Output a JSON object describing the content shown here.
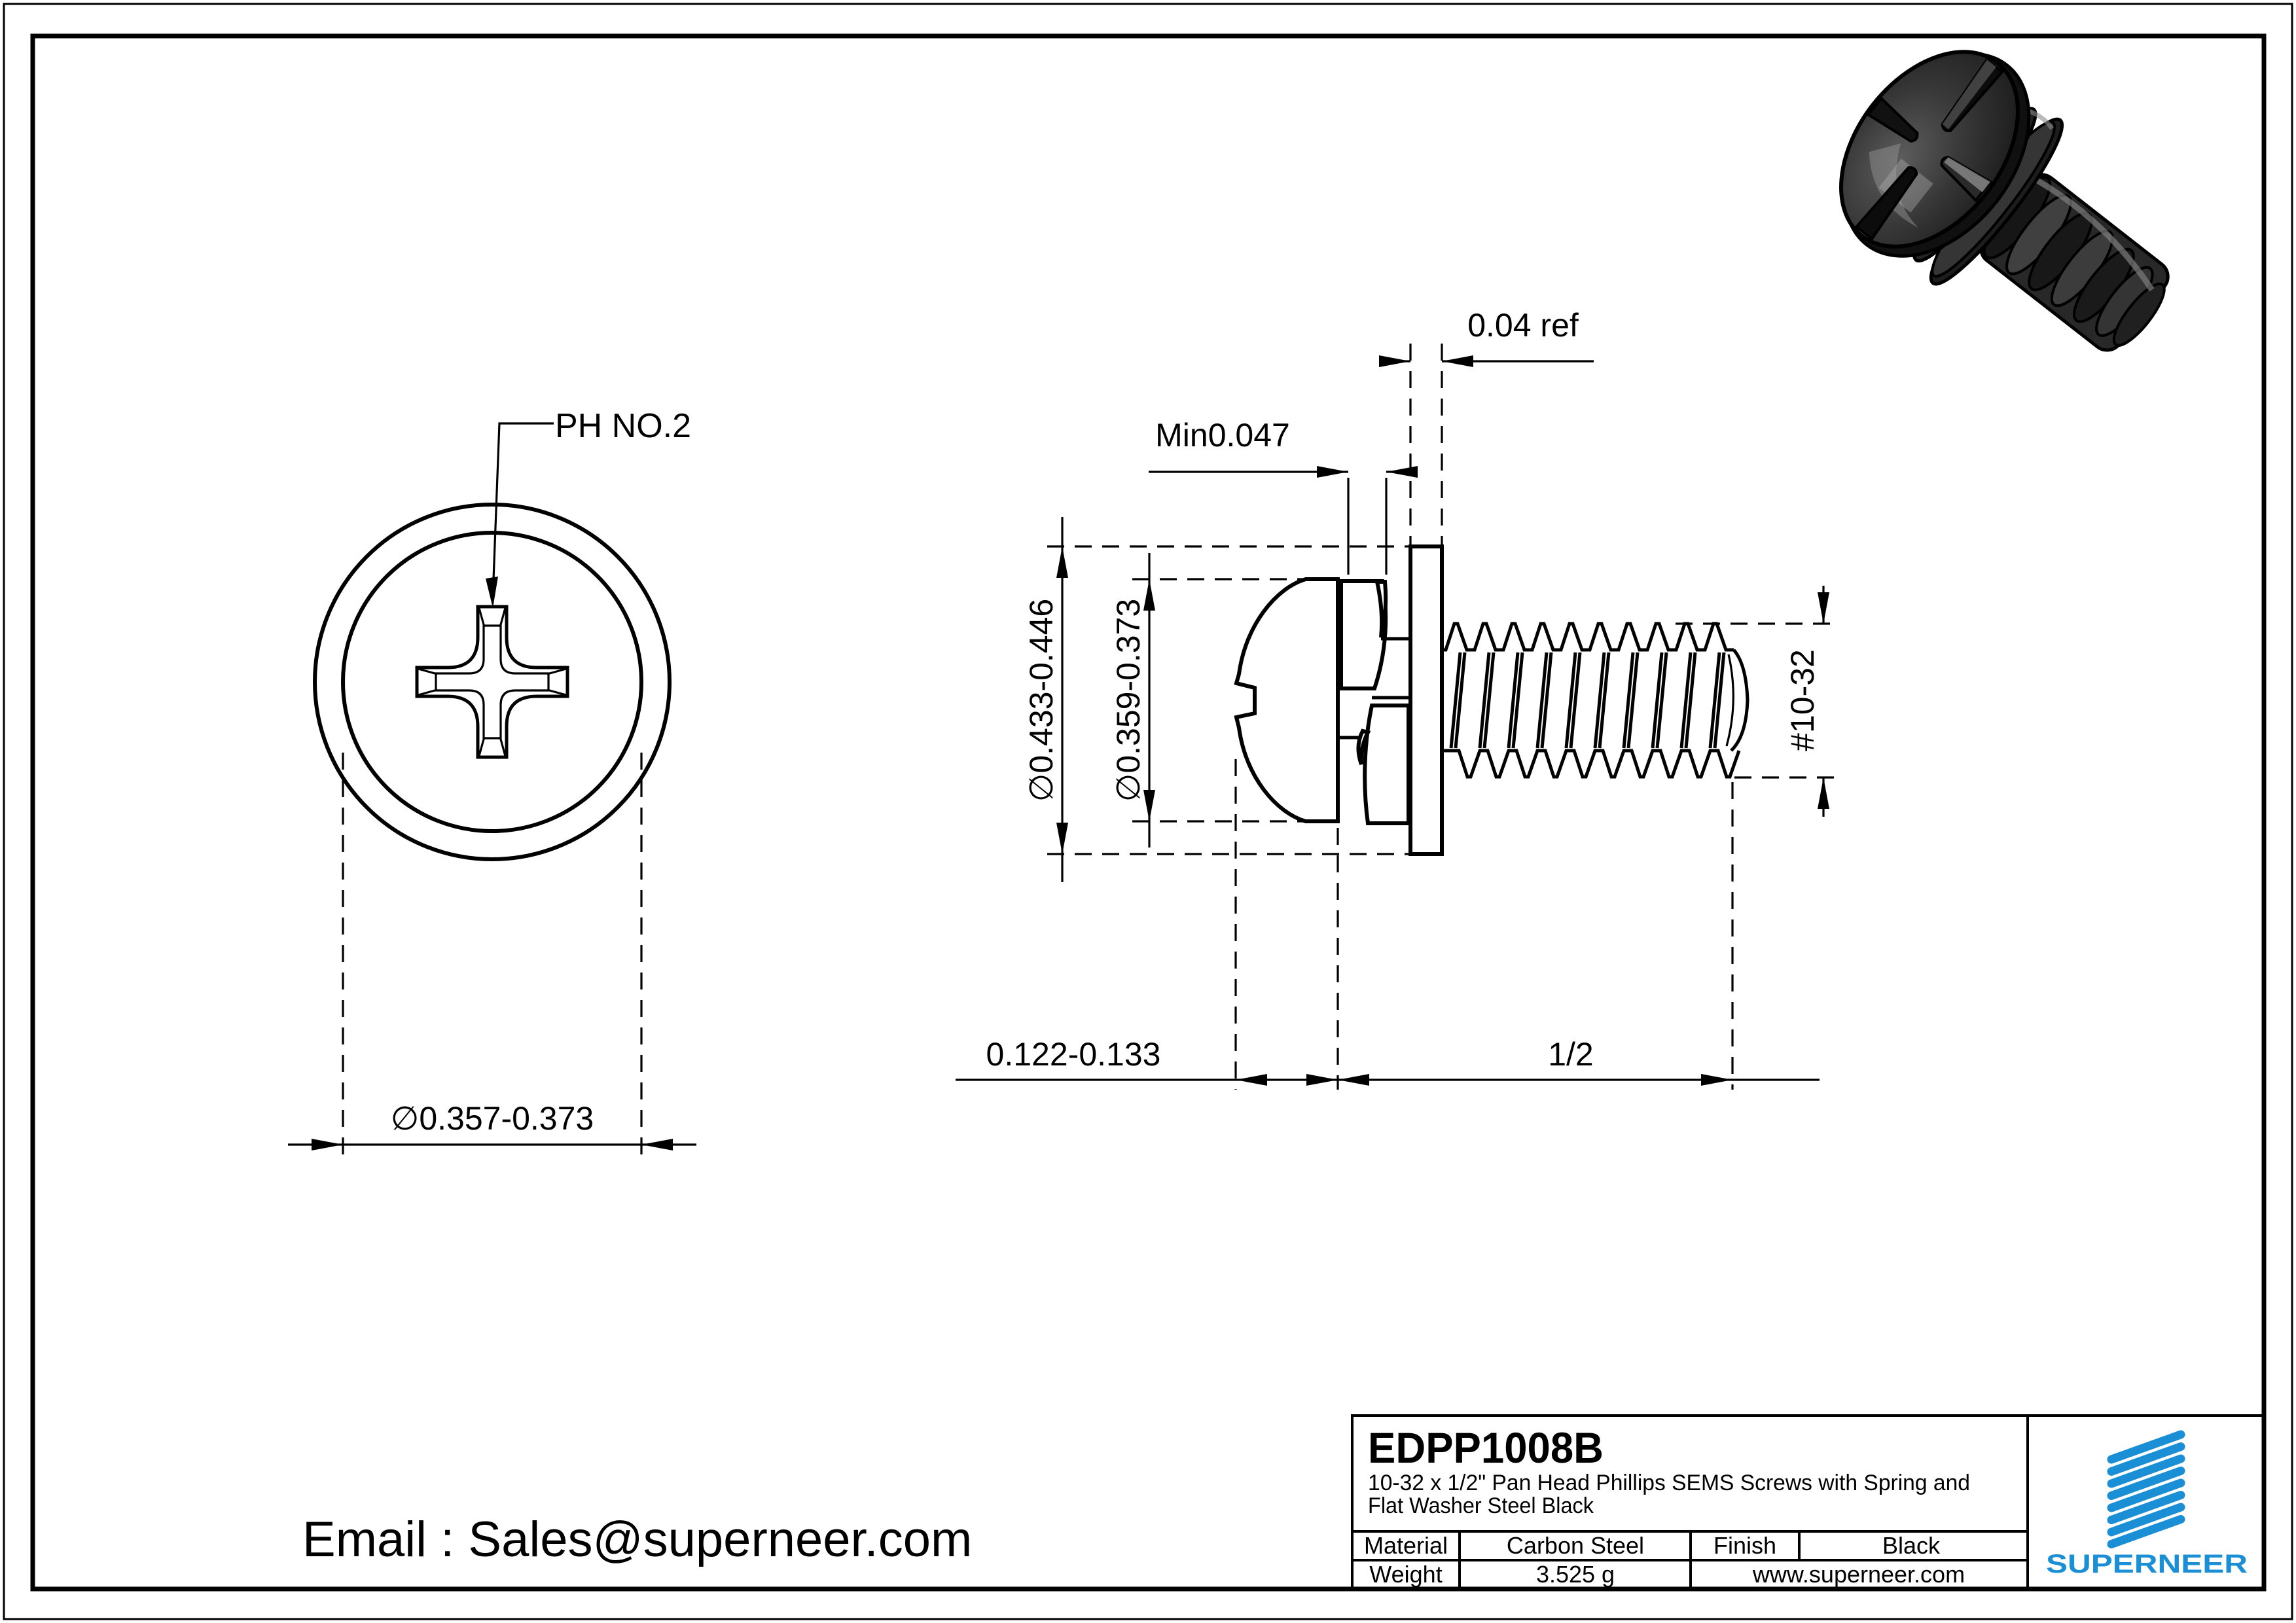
{
  "drawing": {
    "front_view": {
      "recess_label": "PH NO.2",
      "head_diameter": "∅0.357-0.373"
    },
    "side_view": {
      "spring_washer_thickness": "Min0.047",
      "flat_washer_thickness": "0.04 ref",
      "flat_washer_od": "∅0.433-0.446",
      "head_od": "∅0.359-0.373",
      "thread_size": "#10-32",
      "head_height": "0.122-0.133",
      "length": "1/2"
    }
  },
  "title_block": {
    "part_number": "EDPP1008B",
    "description_line1": "10-32 x 1/2\" Pan Head Phillips SEMS Screws with Spring and",
    "description_line2": "Flat Washer Steel Black",
    "material_label": "Material",
    "material_value": "Carbon Steel",
    "finish_label": "Finish",
    "finish_value": "Black",
    "weight_label": "Weight",
    "weight_value": "3.525 g",
    "website": "www.superneer.com",
    "brand_name": "SUPERNEER",
    "brand_color": "#1b8fd6",
    "link_color": "#2b9fe0"
  },
  "footer": {
    "email": "Email : Sales@superneer.com"
  }
}
